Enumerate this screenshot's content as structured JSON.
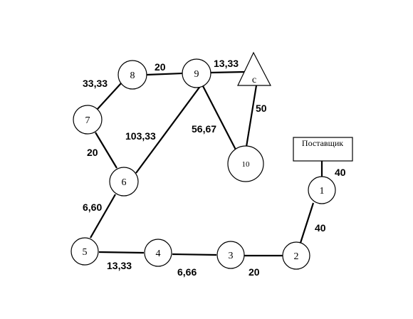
{
  "nodes": {
    "n1": "1",
    "n2": "2",
    "n3": "3",
    "n4": "4",
    "n5": "5",
    "n6": "6",
    "n7": "7",
    "n8": "8",
    "n9": "9",
    "n10": "10",
    "c": "c",
    "supplier": "Поставщик"
  },
  "weights": {
    "supplier_1": "40",
    "w1_2": "40",
    "w2_3": "20",
    "w3_4": "6,66",
    "w4_5": "13,33",
    "w5_6": "6,60",
    "w6_7": "20",
    "w7_8": "33,33",
    "w8_9": "20",
    "w9_c": "13,33",
    "w6_9": "103,33",
    "w9_10": "56,67",
    "w10_c": "50"
  }
}
